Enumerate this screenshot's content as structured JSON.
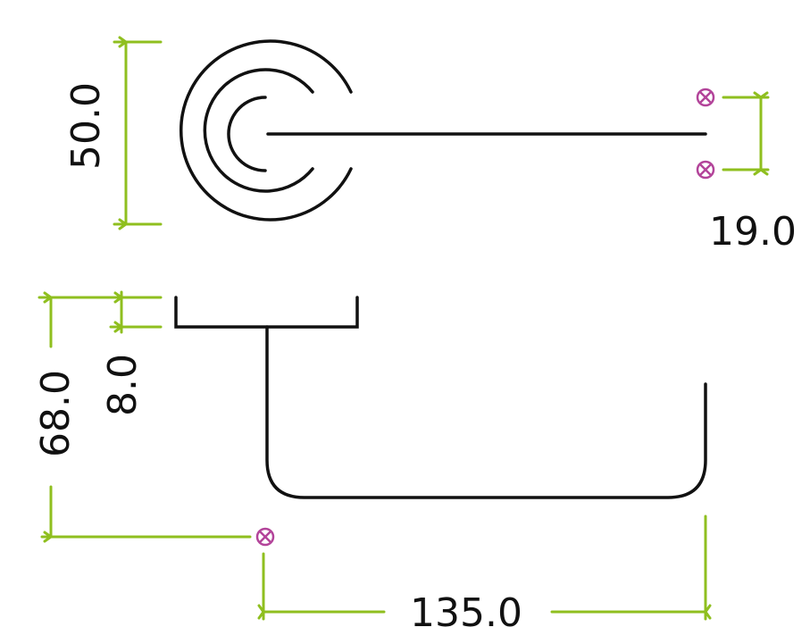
{
  "colors": {
    "outline": "#111111",
    "dimension": "#8fbf1f",
    "marker": "#b3449a",
    "background": "#ffffff"
  },
  "dimensions": {
    "rose_diameter": "50.0",
    "lever_thickness": "19.0",
    "projection": "68.0",
    "rose_depth": "8.0",
    "lever_length": "135.0"
  },
  "markers": {
    "icon": "circled-x-icon"
  }
}
